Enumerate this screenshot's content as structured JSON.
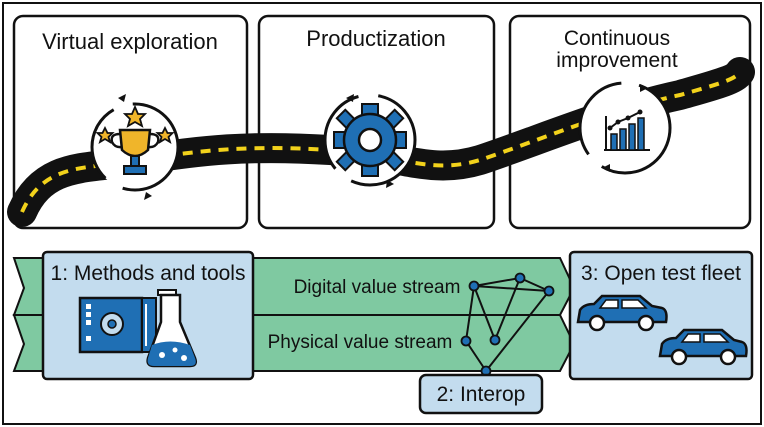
{
  "stages": [
    {
      "title_lines": [
        "Virtual exploration"
      ]
    },
    {
      "title_lines": [
        "Productization"
      ]
    },
    {
      "title_lines": [
        "Continuous",
        "improvement"
      ]
    }
  ],
  "methods": {
    "label": "1: Methods and tools"
  },
  "streams": {
    "digital": "Digital value stream",
    "physical": "Physical value stream"
  },
  "interop": {
    "label": "2: Interop"
  },
  "fleet": {
    "label": "3: Open test fleet"
  },
  "colors": {
    "outline": "#111111",
    "road": "#111111",
    "road_dash": "#f2d21b",
    "stream_fill": "#7fc9a1",
    "panel_fill": "#c3dcee",
    "icon_blue": "#1f6fb4",
    "trophy_gold": "#f0b52a"
  },
  "icons": [
    "trophy-icon",
    "gear-icon",
    "bar-chart-icon",
    "circuit-board-icon",
    "flask-icon",
    "car-icon",
    "network-icon"
  ]
}
